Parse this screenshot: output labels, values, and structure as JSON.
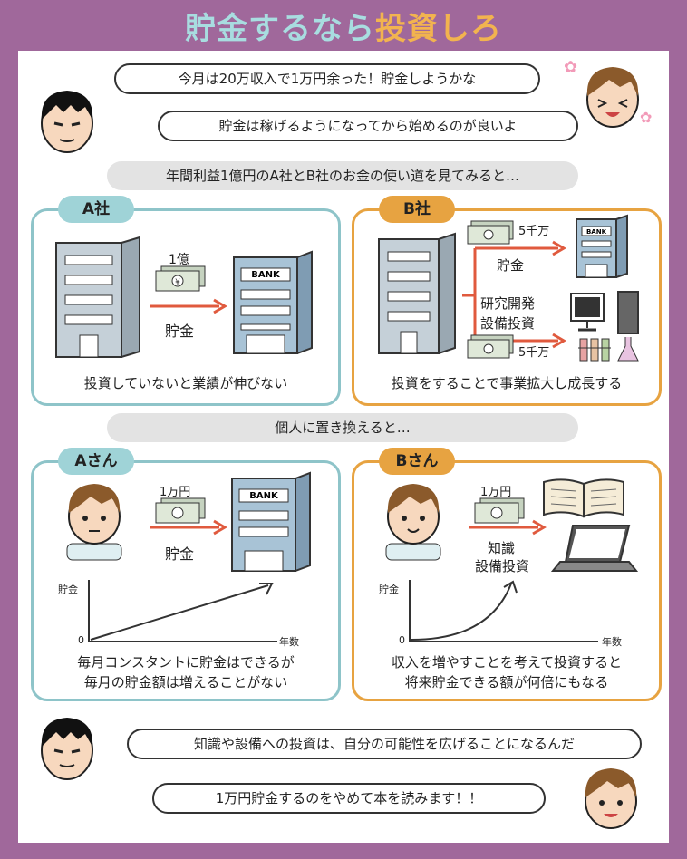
{
  "title": {
    "part1": "貯金するなら",
    "part2": "投資しろ"
  },
  "dialogue": {
    "top1": "今月は20万収入で1万円余った！貯金しようかな",
    "top2": "貯金は稼げるようになってから始めるのが良いよ",
    "bottom1": "知識や設備への投資は、自分の可能性を広げることになるんだ",
    "bottom2": "1万円貯金するのをやめて本を読みます！！"
  },
  "section1": {
    "header": "年間利益1億円のA社とB社のお金の使い道を見てみると…",
    "a": {
      "tab": "A社",
      "money": "1億",
      "arrow_label": "貯金",
      "bank_sign": "BANK",
      "caption": "投資していないと業績が伸びない"
    },
    "b": {
      "tab": "B社",
      "money_top": "5千万",
      "label_top": "貯金",
      "label_mid_1": "研究開発",
      "label_mid_2": "設備投資",
      "money_bottom": "5千万",
      "bank_sign": "BANK",
      "caption": "投資をすることで事業拡大し成長する"
    }
  },
  "section2": {
    "header": "個人に置き換えると…",
    "a": {
      "tab": "Aさん",
      "money": "1万円",
      "arrow_label": "貯金",
      "bank_sign": "BANK",
      "ylabel": "貯金",
      "origin": "0",
      "xlabel": "年数",
      "caption_1": "毎月コンスタントに貯金はできるが",
      "caption_2": "毎月の貯金額は増えることがない"
    },
    "b": {
      "tab": "Bさん",
      "money": "1万円",
      "label_1": "知識",
      "label_2": "設備投資",
      "ylabel": "貯金",
      "origin": "0",
      "xlabel": "年数",
      "caption_1": "収入を増やすことを考えて投資すると",
      "caption_2": "将来貯金できる額が何倍にもなる"
    }
  },
  "colors": {
    "frame": "#a0689b",
    "blue": "#8ec4c9",
    "orange": "#e7a341",
    "arrow": "#e05a3e",
    "building": "#b8c4cc",
    "bank": "#9fb8cc"
  }
}
